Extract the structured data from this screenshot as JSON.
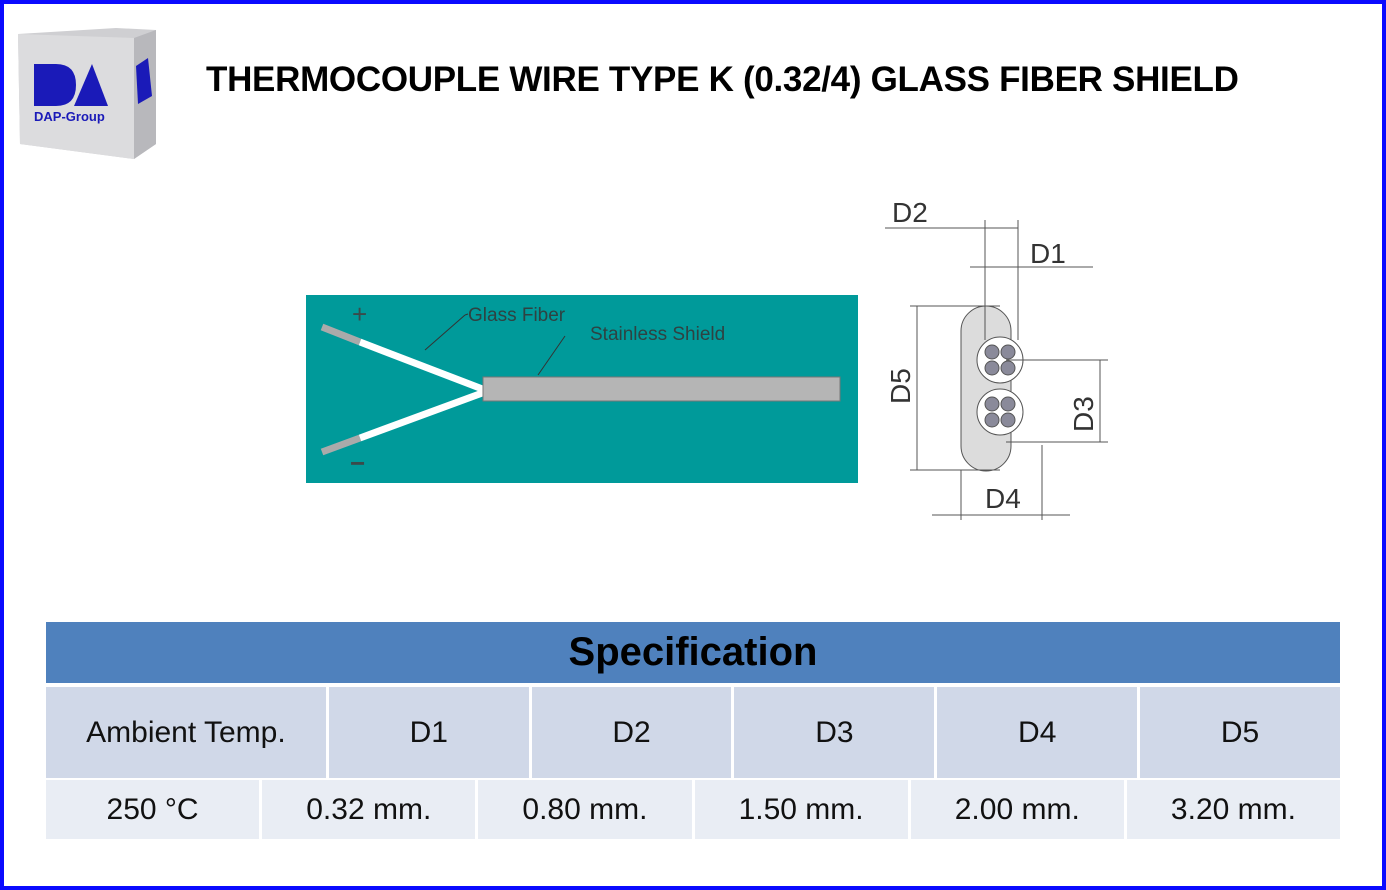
{
  "logo": {
    "text": "DAP-Group",
    "brand_color": "#1a1ab8"
  },
  "title": "THERMOCOUPLE WIRE TYPE K (0.32/4) GLASS FIBER SHIELD",
  "diagram": {
    "plus": "+",
    "minus": "−",
    "glass_fiber_label": "Glass Fiber",
    "stainless_shield_label": "Stainless Shield",
    "dims": [
      "D1",
      "D2",
      "D3",
      "D4",
      "D5"
    ],
    "background_color": "#009a9a"
  },
  "spec": {
    "title": "Specification",
    "headers": [
      "Ambient Temp.",
      "D1",
      "D2",
      "D3",
      "D4",
      "D5"
    ],
    "values": [
      "250 °C",
      "0.32 mm.",
      "0.80 mm.",
      "1.50 mm.",
      "2.00 mm.",
      "3.20 mm."
    ]
  }
}
